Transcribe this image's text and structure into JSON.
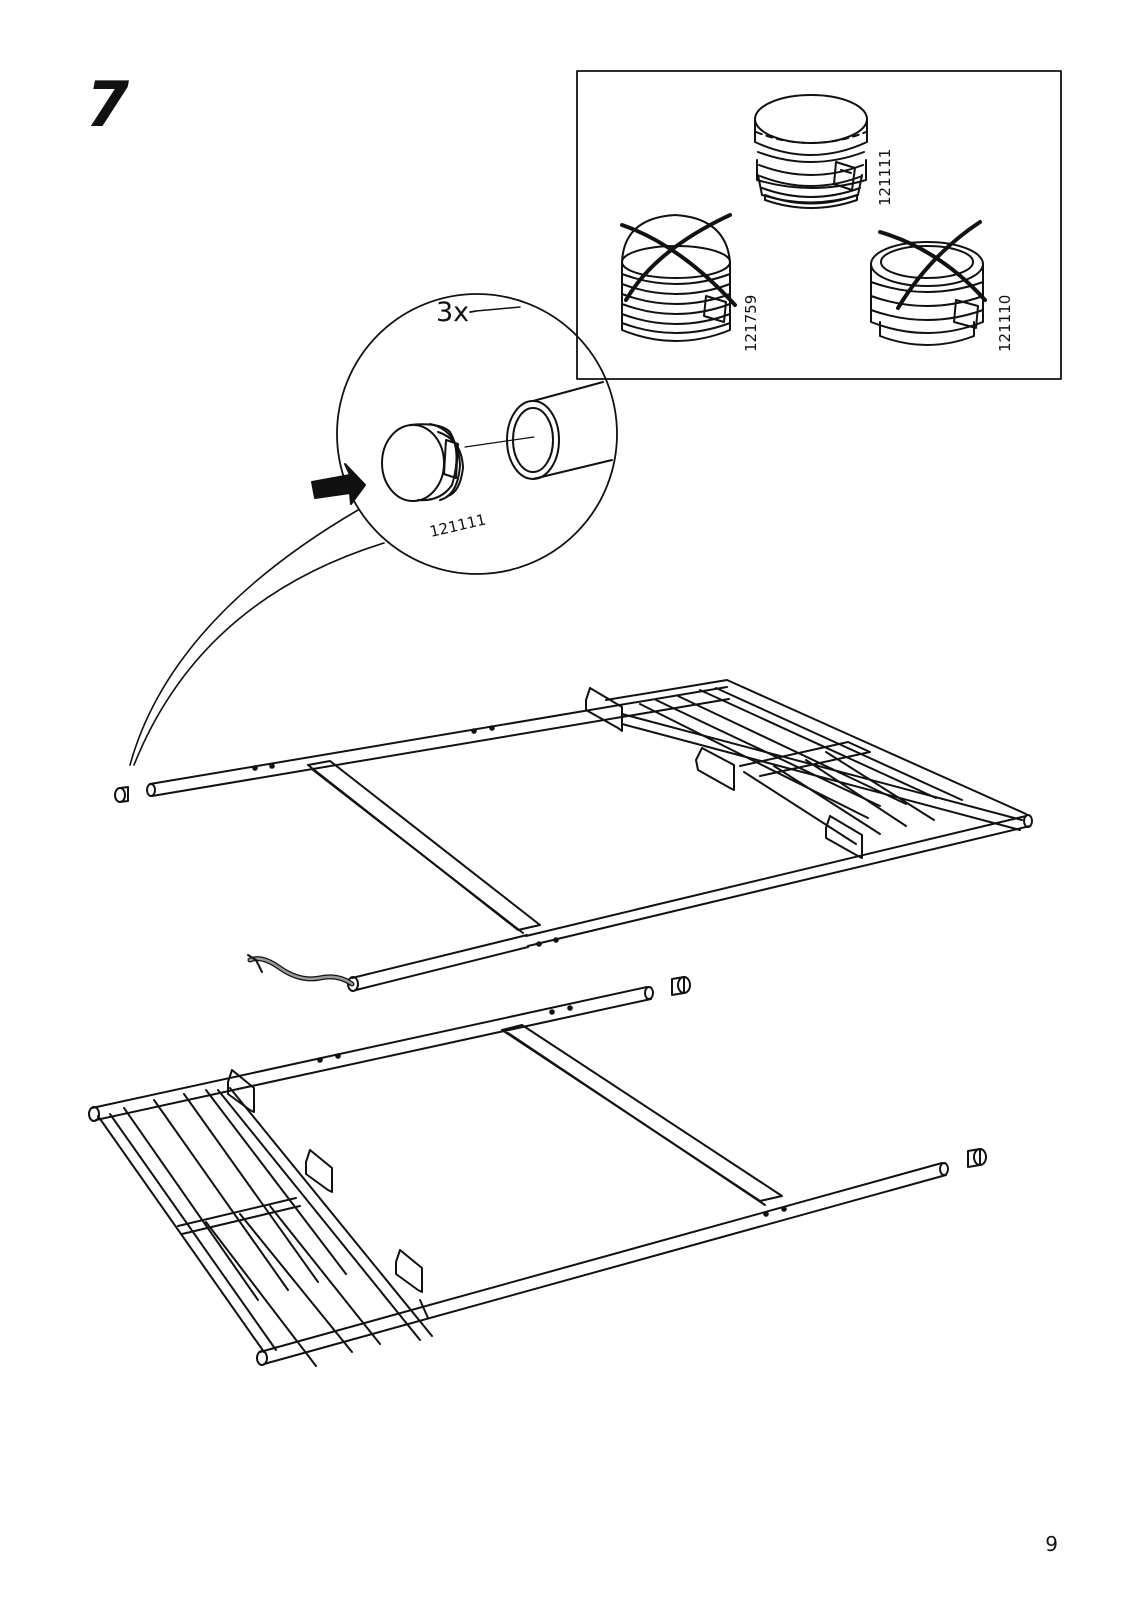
{
  "step": {
    "number": "7"
  },
  "page": {
    "number": "9"
  },
  "detail": {
    "quantity": "3x",
    "part_code": "121111"
  },
  "inset": {
    "correct_part": {
      "code": "121111"
    },
    "wrong_parts": [
      {
        "code": "121759"
      },
      {
        "code": "121110"
      }
    ]
  },
  "colors": {
    "line": "#111111",
    "paper": "#ffffff",
    "cord": "#9a9a9a"
  }
}
